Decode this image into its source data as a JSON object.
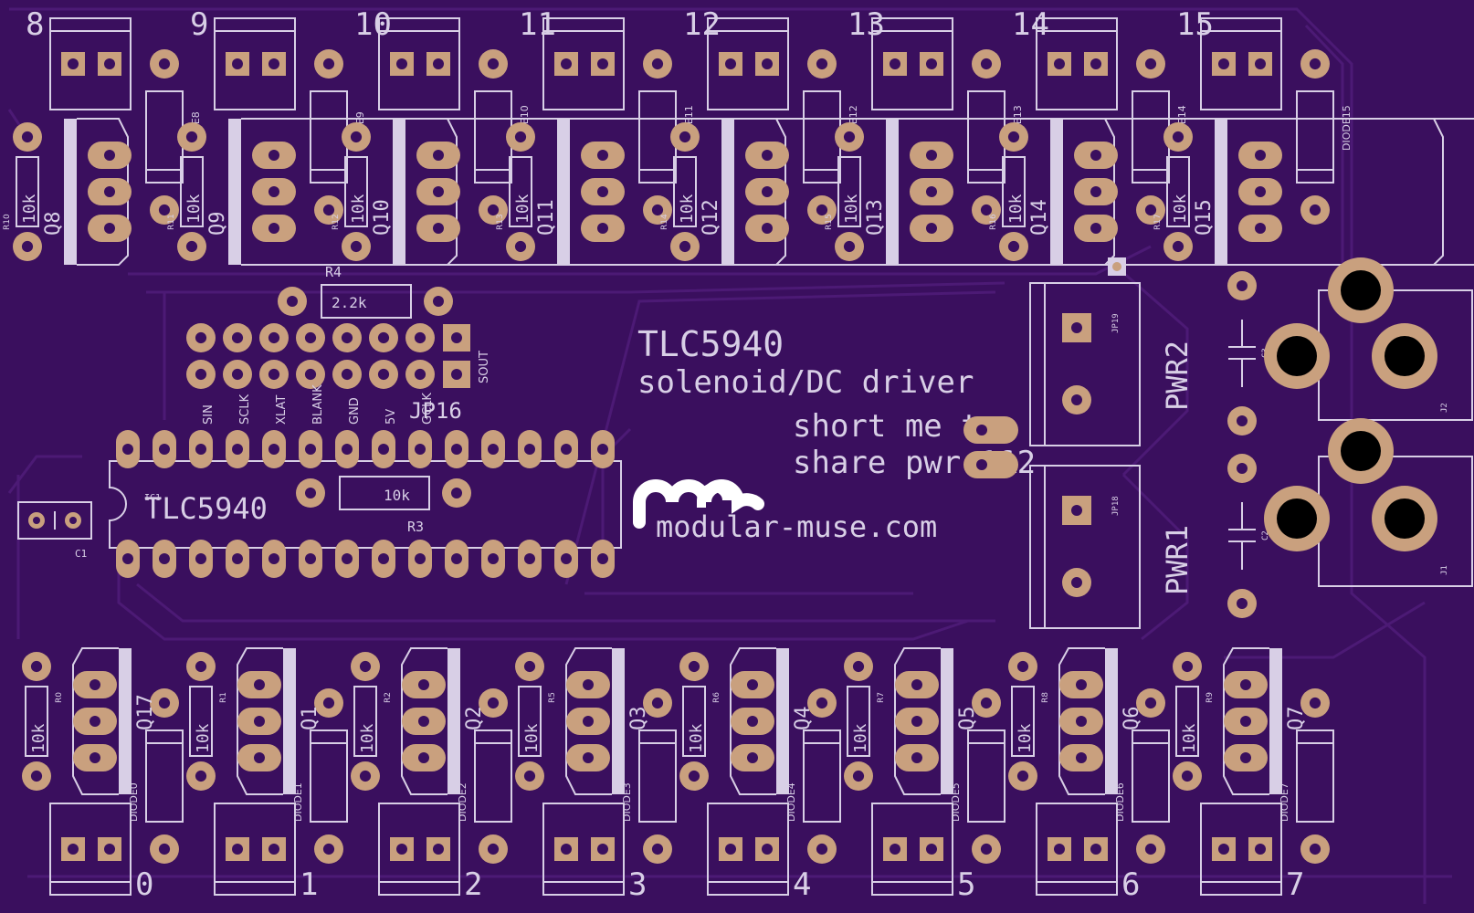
{
  "board": {
    "title": "TLC5940",
    "subtitle": "solenoid/DC driver",
    "note_line1": "short me to",
    "note_line2": "share pwr 1&2",
    "website": "modular-muse.com",
    "colors": {
      "board": "#3a0f5e",
      "silk": "#d8cfe6",
      "pad": "#c9a07e",
      "trace": "#4c1a75"
    }
  },
  "top_channels": [
    {
      "num": "8",
      "q": "Q8",
      "r": "R10",
      "d": "DIODE8",
      "val": "10k"
    },
    {
      "num": "9",
      "q": "Q9",
      "r": "R11",
      "d": "DIODE9",
      "val": "10k"
    },
    {
      "num": "10",
      "q": "Q10",
      "r": "R12",
      "d": "DIODE10",
      "val": "10k"
    },
    {
      "num": "11",
      "q": "Q11",
      "r": "R13",
      "d": "DIODE11",
      "val": "10k"
    },
    {
      "num": "12",
      "q": "Q12",
      "r": "R14",
      "d": "DIODE12",
      "val": "10k"
    },
    {
      "num": "13",
      "q": "Q13",
      "r": "R15",
      "d": "DIODE13",
      "val": "10k"
    },
    {
      "num": "14",
      "q": "Q14",
      "r": "R16",
      "d": "DIODE14",
      "val": "10k"
    },
    {
      "num": "15",
      "q": "Q15",
      "r": "R17",
      "d": "DIODE15",
      "val": "10k"
    }
  ],
  "bottom_channels": [
    {
      "num": "0",
      "q": "Q17",
      "r": "R0",
      "d": "DIODE0",
      "val": "10k"
    },
    {
      "num": "1",
      "q": "Q1",
      "r": "R1",
      "d": "DIODE1",
      "val": "10k"
    },
    {
      "num": "2",
      "q": "Q2",
      "r": "R2",
      "d": "DIODE2",
      "val": "10k"
    },
    {
      "num": "3",
      "q": "Q3",
      "r": "R5",
      "d": "DIODE3",
      "val": "10k"
    },
    {
      "num": "4",
      "q": "Q4",
      "r": "R6",
      "d": "DIODE4",
      "val": "10k"
    },
    {
      "num": "5",
      "q": "Q5",
      "r": "R7",
      "d": "DIODE5",
      "val": "10k"
    },
    {
      "num": "6",
      "q": "Q6",
      "r": "R8",
      "d": "DIODE6",
      "val": "10k"
    },
    {
      "num": "7",
      "q": "Q7",
      "r": "R9",
      "d": "DIODE7",
      "val": "10k"
    }
  ],
  "header": {
    "name": "JP16",
    "pins": [
      "SIN",
      "SCLK",
      "XLAT",
      "BLANK",
      "GND",
      "5V",
      "GCLK",
      "SOUT"
    ]
  },
  "r4": {
    "name": "R4",
    "value": "2.2k"
  },
  "r3": {
    "name": "R3",
    "value": "10k"
  },
  "ic": {
    "name": "TLC5940",
    "designator": "IC1"
  },
  "c1": {
    "name": "C1"
  },
  "power": {
    "pwr2": "PWR2",
    "pwr1": "PWR1",
    "jp19": "JP19",
    "jp18": "JP18",
    "c3": "C3",
    "c2": "C2",
    "j2": "J2",
    "j1": "J1"
  }
}
